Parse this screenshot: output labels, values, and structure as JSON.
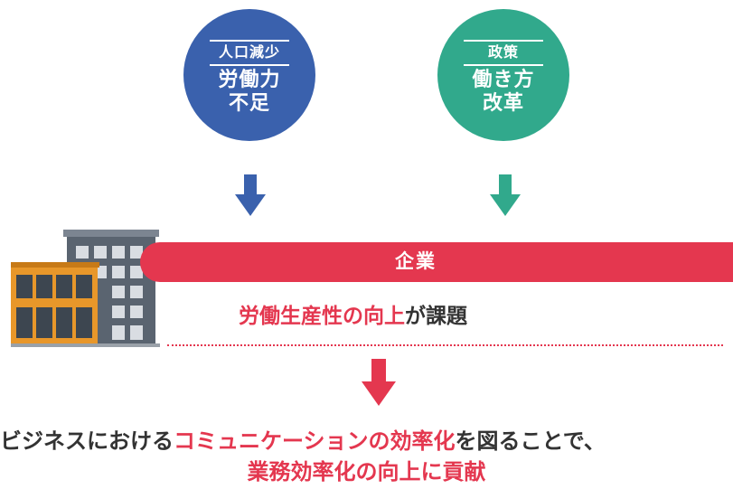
{
  "colors": {
    "blue": "#3a61ad",
    "green": "#31a98c",
    "red": "#e4374f",
    "text": "#333333",
    "building_dark": "#5a6470",
    "building_orange": "#e8972a"
  },
  "circles": [
    {
      "small": "人口減少",
      "big_line1": "労働力",
      "big_line2": "不足"
    },
    {
      "small": "政策",
      "big_line1": "働き方",
      "big_line2": "改革"
    }
  ],
  "company_bar": {
    "label": "企業"
  },
  "issue": {
    "highlight": "労働生産性の向上",
    "rest": "が課題"
  },
  "conclusion": {
    "line1_a": "ビジネスにおける",
    "line1_b": "コミュニケーションの効率化",
    "line1_c": "を図ることで、",
    "line2": "業務効率化の向上に貢献"
  },
  "icons": [
    "building-icon",
    "arrow-down-icon"
  ]
}
